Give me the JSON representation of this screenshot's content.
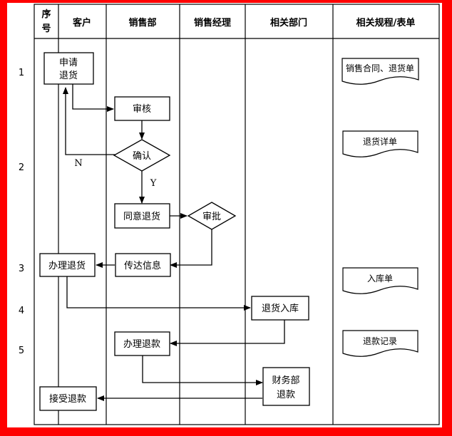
{
  "header": {
    "seq_line1": "序",
    "seq_line2": "号",
    "col_customer": "客户",
    "col_sales": "销售部",
    "col_manager": "销售经理",
    "col_related": "相关部门",
    "col_forms": "相关规程/表单"
  },
  "rows": [
    "1",
    "2",
    "3",
    "4",
    "5"
  ],
  "nodes": {
    "apply_line1": "申请",
    "apply_line2": "退货",
    "review": "审核",
    "confirm": "确认",
    "agree": "同意退货",
    "approve": "审批",
    "convey": "传达信息",
    "handle_return": "办理退货",
    "stock_in": "退货入库",
    "handle_refund": "办理退款",
    "finance_line1": "财务部",
    "finance_line2": "退款",
    "accept_refund": "接受退款"
  },
  "labels": {
    "no": "N",
    "yes": "Y"
  },
  "forms": {
    "contract": "销售合同、退货单",
    "detail": "退货详单",
    "warehouse": "入库单",
    "refund_record": "退款记录"
  }
}
